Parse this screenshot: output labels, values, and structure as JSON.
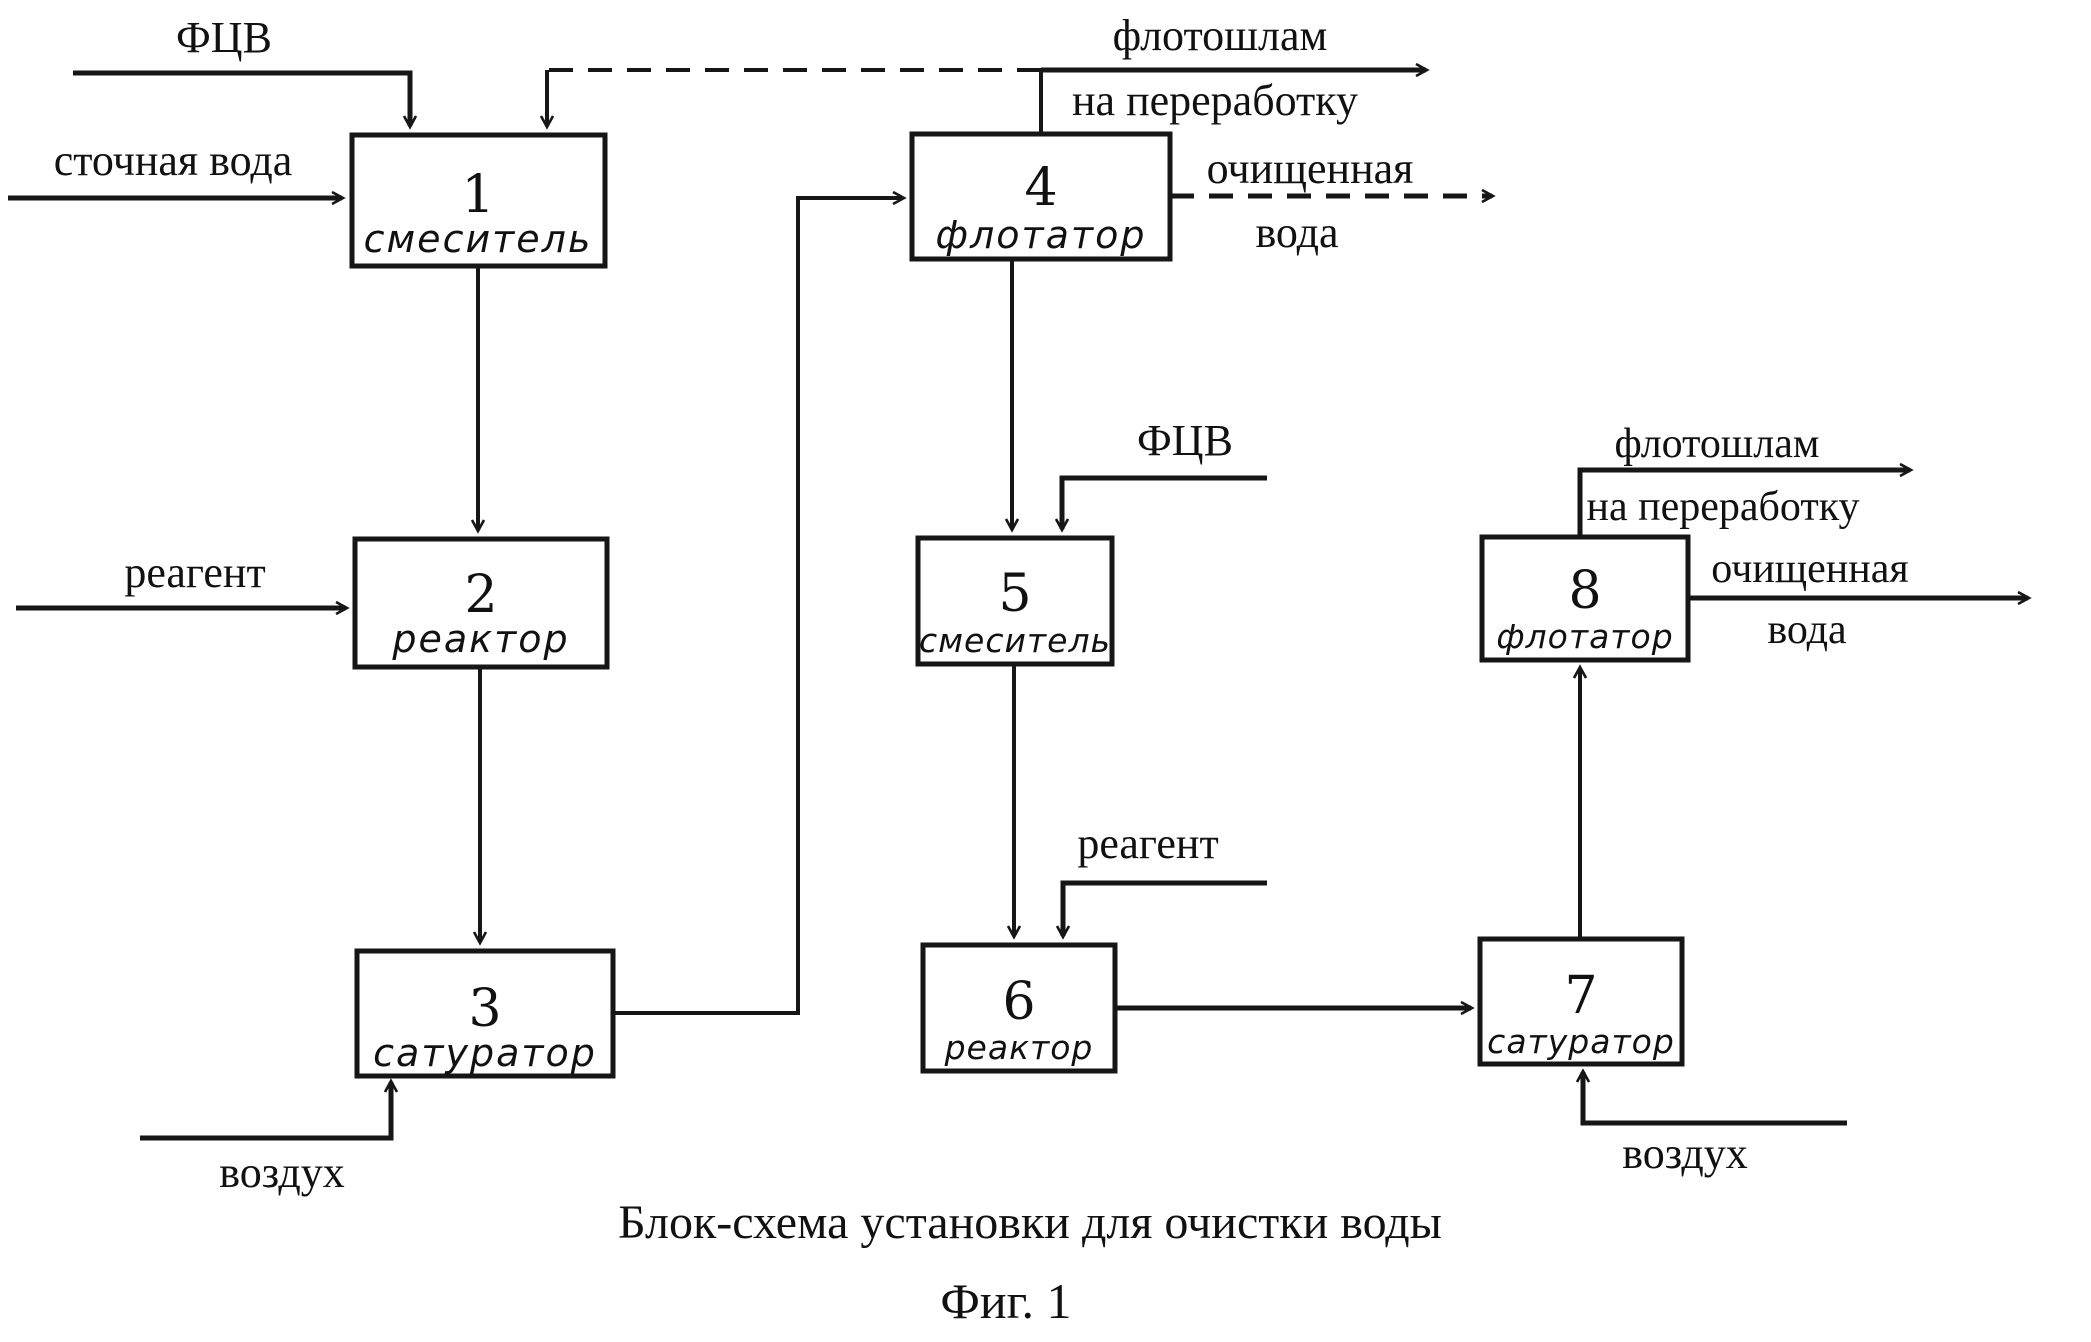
{
  "figure": {
    "caption": "Блок-схема установки для очистки воды",
    "figure_label": "Фиг. 1"
  },
  "blocks": [
    {
      "num": "1",
      "name": "смеситель"
    },
    {
      "num": "2",
      "name": "реактор"
    },
    {
      "num": "3",
      "name": "сатуратор"
    },
    {
      "num": "4",
      "name": "флотатор"
    },
    {
      "num": "5",
      "name": "смеситель"
    },
    {
      "num": "6",
      "name": "реактор"
    },
    {
      "num": "7",
      "name": "сатуратор"
    },
    {
      "num": "8",
      "name": "флотатор"
    }
  ],
  "streams": {
    "fcv1": "ФЦВ",
    "wastewater": "сточная вода",
    "sludge1_line1": "флотошлам",
    "sludge1_line2": "на переработку",
    "clean1_line1": "очищенная",
    "clean1_line2": "вода",
    "reagent1": "реагент",
    "air1": "воздух",
    "fcv2": "ФЦВ",
    "reagent2": "реагент",
    "sludge2_line1": "флотошлам",
    "sludge2_line2": "на переработку",
    "clean2_line1": "очищенная",
    "clean2_line2": "вода",
    "air2": "воздух"
  },
  "colors": {
    "ink": "#161616",
    "paper": "#ffffff"
  }
}
